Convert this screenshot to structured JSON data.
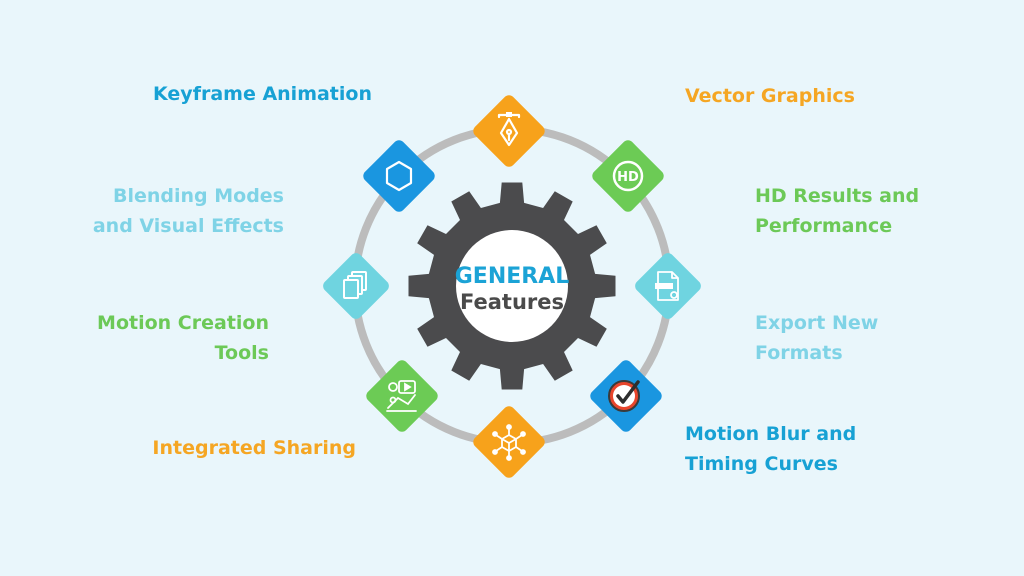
{
  "center": {
    "line1": "GENERAL",
    "line2": "Features",
    "line1_color": "#1ba3d6",
    "line2_color": "#4a4a4a",
    "gear_color": "#4b4b4d"
  },
  "ring_color": "#bcbcbc",
  "features": [
    {
      "key": "keyframe",
      "lines": [
        "Keyframe Animation"
      ],
      "color": "#17a1d4",
      "icon": "hexagon-icon",
      "diamond_color": "#1a96e0"
    },
    {
      "key": "blending",
      "lines": [
        "Blending Modes",
        "and Visual Effects"
      ],
      "color": "#7fd3e6",
      "icon": "layers-icon",
      "diamond_color": "#6fd4e0"
    },
    {
      "key": "motion-creation",
      "lines": [
        "Motion Creation",
        "Tools"
      ],
      "color": "#6cc957",
      "icon": "animation-tools-icon",
      "diamond_color": "#6ccb55"
    },
    {
      "key": "integrated-sharing",
      "lines": [
        "Integrated Sharing"
      ],
      "color": "#f5a623",
      "icon": "network-cube-icon",
      "diamond_color": "#f7a21b"
    },
    {
      "key": "vector",
      "lines": [
        "Vector Graphics"
      ],
      "color": "#f5a623",
      "icon": "pen-tool-icon",
      "diamond_color": "#f7a21b"
    },
    {
      "key": "hd",
      "lines": [
        "HD Results and",
        "Performance"
      ],
      "color": "#6cc957",
      "icon": "hd-icon",
      "diamond_color": "#6ccb55"
    },
    {
      "key": "export",
      "lines": [
        "Export New",
        "Formats"
      ],
      "color": "#7fd3e6",
      "icon": "export-document-icon",
      "diamond_color": "#6fd4e0"
    },
    {
      "key": "motion-blur",
      "lines": [
        "Motion Blur and",
        "Timing Curves"
      ],
      "color": "#17a1d4",
      "icon": "clock-check-icon",
      "diamond_color": "#1a96e0"
    }
  ]
}
